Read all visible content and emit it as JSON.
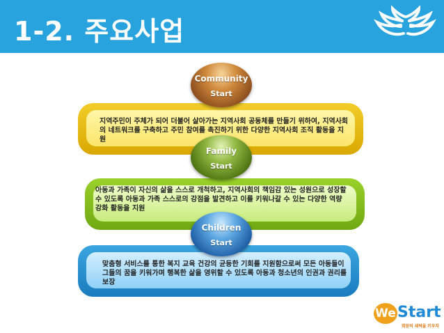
{
  "header": {
    "title": "1-2. 주요사업",
    "icon": "wings-icon"
  },
  "sections": [
    {
      "orb_top": "Community",
      "orb_bottom": "Start",
      "text": "지역주민이 주체가 되어 더불어 살아가는 지역사회 공동체를 만들기 위하여, 지역사회의 네트워크를 구축하고 주민 참여를 촉진하기 위한 다양한 지역사회 조직 활동을 지원",
      "color": "#f2cd2a"
    },
    {
      "orb_top": "Family",
      "orb_bottom": "Start",
      "text": "아동과 가족이 자신의 삶을 스스로 개척하고, 지역사회의 책임감 있는 성원으로 성장할 수 있도록 아동과 가족 스스로의 강점을 발견하고 이를 키워나갈 수 있는 다양한 역량강화 활동을 지원",
      "color": "#9bd12a"
    },
    {
      "orb_top": "Children",
      "orb_bottom": "Start",
      "text": "맞춤형 서비스를 통한 복지 교육 건강의 균등한 기회를 지원함으로써 모든 아동들이 그들의 꿈을 키워가며 행복한 삶을 영위할 수 있도록 아동과 청소년의 인권과 권리를 보장",
      "color": "#3aa6e0"
    }
  ],
  "logo": {
    "mark": "We",
    "word": "Start",
    "tagline": "희망의 새싹을 키우자"
  }
}
